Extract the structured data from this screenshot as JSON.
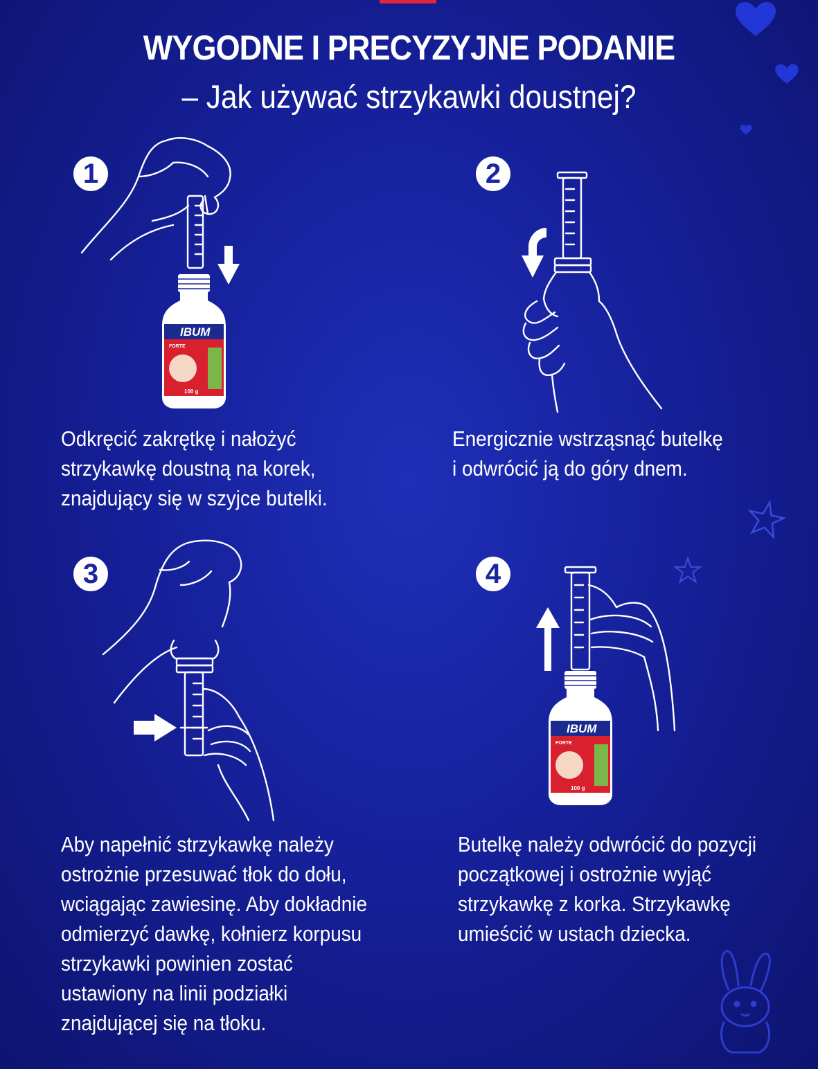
{
  "header": {
    "title": "WYGODNE I PRECYZYJNE PODANIE",
    "subtitle": "– Jak używać strzykawki doustnej?"
  },
  "steps": [
    {
      "number": "1",
      "text": "Odkręcić zakrętkę i nałożyć\nstrzykawkę doustną na korek,\nznajdujący się w szyjce butelki."
    },
    {
      "number": "2",
      "text": "Energicznie wstrząsnąć butelkę\ni odwrócić ją do góry dnem."
    },
    {
      "number": "3",
      "text": "Aby napełnić strzykawkę należy\nostrożnie przesuwać tłok do dołu,\nwciągając zawiesinę. Aby dokładnie\nodmierzyć dawkę, kołnierz korpusu\nstrzykawki powinien zostać\nustawiony na linii podziałki\nznajdującej się na tłoku."
    },
    {
      "number": "4",
      "text": "Butelkę należy odwrócić do pozycji\npoczątkowej i ostrożnie wyjąć\nstrzykawkę z korka. Strzykawkę\numieścić w ustach dziecka."
    }
  ],
  "product": {
    "brand": "IBUM",
    "variant": "FORTE",
    "weight": "100 g"
  },
  "colors": {
    "accent": "#e0263a",
    "background": "#16209a",
    "label_red": "#d8202e"
  }
}
